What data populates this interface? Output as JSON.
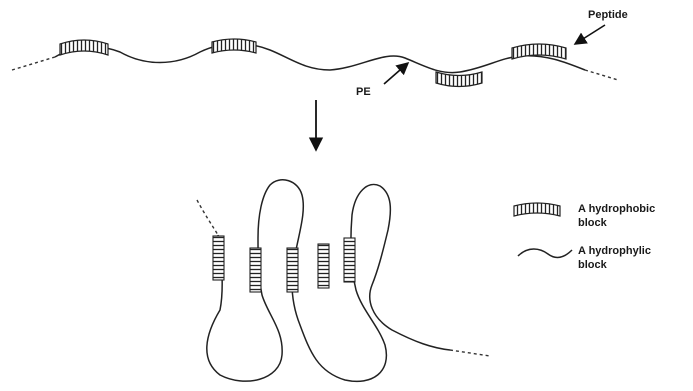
{
  "labels": {
    "peptide": "Peptide",
    "pe": "PE"
  },
  "legend": {
    "hydrophobic_line1": "A hydrophobic",
    "hydrophobic_line2": "block",
    "hydrophilic_line1": "A hydrophylic",
    "hydrophilic_line2": "block"
  }
}
